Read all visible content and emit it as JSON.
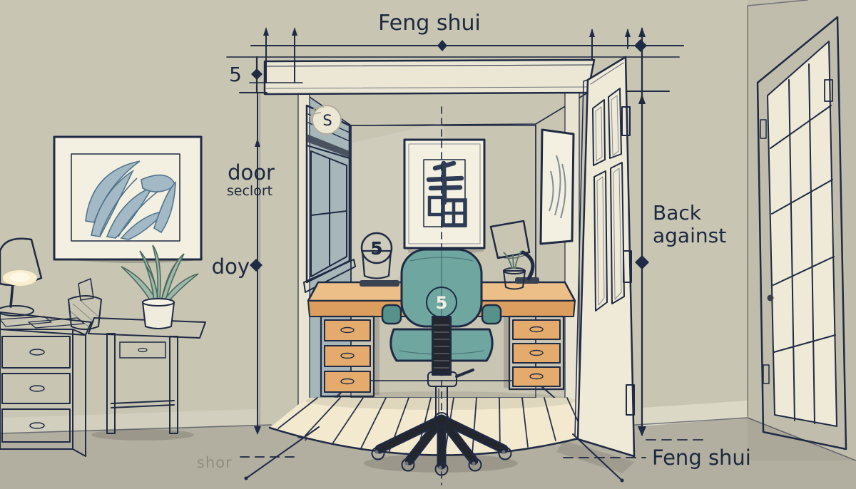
{
  "annotations": {
    "top_label": "Feng shui",
    "height_value": "5",
    "door_label_line1": "door",
    "door_label_line2": "seclort",
    "door_label_small": "doy",
    "right_label_line1": "Back",
    "right_label_line2": "against",
    "bottom_right_label": "Feng shui",
    "bottom_left_label": "shor"
  },
  "objects": {
    "chair_badge": "5",
    "canister_label": "5",
    "shade_medallion": "S"
  },
  "colors": {
    "ink": "#1f2a44",
    "textink": "#1c2840",
    "faint": "#918d7e",
    "wall": "#c9c5b3",
    "floor": "#b2aea0",
    "beam": "#ece7d4",
    "cream": "#e9e4d2",
    "paper": "#f4f0e1",
    "alcoveside": "#a7b6b8",
    "plank": "#f2e9cf",
    "desk": "#db9e5e",
    "desklight": "#ecbf88",
    "drawer": "#e5ab6d",
    "chair": "#6fa7a0",
    "chairdark": "#57918b",
    "black": "#23262c",
    "door": "#efe9d8",
    "glyph": "#2e3d55",
    "leafink": "#51748c",
    "leaffill": "#a3bac6",
    "plantink": "#4a6a5f",
    "plantfill": "#9db8a8"
  }
}
